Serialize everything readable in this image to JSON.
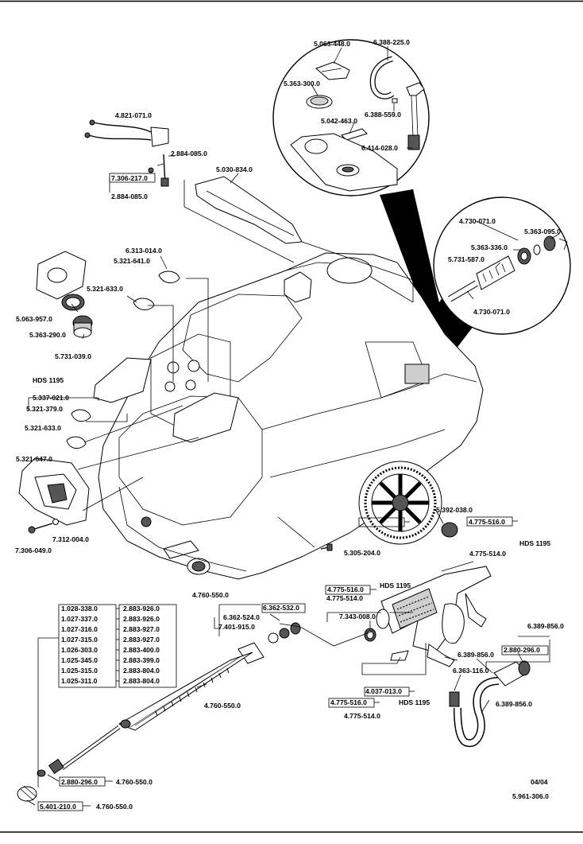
{
  "labels": {
    "l_5063448": "5.063-448.0",
    "l_6388225": "6.388-225.0",
    "l_5363300": "5.363-300.0",
    "l_6388559": "6.388-559.0",
    "l_5042463": "5.042-463.0",
    "l_6414028": "6.414-028.0",
    "l_4821071": "4.821-071.0",
    "l_2884085a": "2.884-085.0",
    "l_7306217": "7.306-217.0",
    "l_2884085b": "2.884-085.0",
    "l_5030834": "5.030-834.0",
    "l_4730071a": "4.730-071.0",
    "l_5363095": "5.363-095.0",
    "l_5363336": "5.363-336.0",
    "l_5731587": "5.731-587.0",
    "l_4730071b": "4.730-071.0",
    "l_6313014": "6.313-014.0",
    "l_5321641": "5.321-641.0",
    "l_5321633a": "5.321-633.0",
    "l_5063957": "5.063-957.0",
    "l_5363290": "5.363-290.0",
    "l_5731039": "5.731-039.0",
    "l_hds1": "HDS 1195",
    "l_5337021": "5.337-021.0",
    "l_5321379": "5.321-379.0",
    "l_5321633b": "5.321-633.0",
    "l_5321647": "5.321-647.0",
    "l_7312004": "7.312-004.0",
    "l_7306049": "7.306-049.0",
    "l_5392038": "5.392-038.0",
    "l_4775516a": "4.775-516.0",
    "l_hds2": "HDS 1195",
    "l_4775514a": "4.775-514.0",
    "l_5305204": "5.305-204.0",
    "l_4760550a": "4.760-550.0",
    "l_6362532": "6.362-532.0",
    "l_6362524": "6.362-524.0",
    "l_7401915": "7.401-915.0",
    "l_4775516b": "4.775-516.0",
    "l_hds3": "HDS 1195",
    "l_4775514b": "4.775-514.0",
    "l_7343008": "7.343-008.0",
    "l_4037013": "4.037-013.0",
    "l_4775516c": "4.775-516.0",
    "l_hds4": "HDS 1195",
    "l_4775514c": "4.775-514.0",
    "l_6389856a": "6.389-856.0",
    "l_2880296a": "2.880-296.0",
    "l_6389856b": "6.389-856.0",
    "l_6363116": "6.363-116.0",
    "l_6389856c": "6.389-856.0",
    "l_4760550b": "4.760-550.0",
    "l_2880296b": "2.880-296.0",
    "l_4760550c": "4.760-550.0",
    "l_5401210": "5.401-210.0",
    "l_4760550d": "4.760-550.0",
    "date": "04/04",
    "doc_number": "5.961-306.0"
  },
  "nozzle_table": [
    {
      "left": "1.028-338.0",
      "right": "2.883-926.0"
    },
    {
      "left": "1.027-337.0",
      "right": "2.883-926.0"
    },
    {
      "left": "1.027-316.0",
      "right": "2.883-927.0"
    },
    {
      "left": "1.027-315.0",
      "right": "2.883-927.0"
    },
    {
      "left": "1.026-303.0",
      "right": "2.883-400.0"
    },
    {
      "left": "1.025-345.0",
      "right": "2.883-399.0"
    },
    {
      "left": "1.025-315.0",
      "right": "2.883-804.0"
    },
    {
      "left": "1.025-311.0",
      "right": "2.883-804.0"
    }
  ]
}
